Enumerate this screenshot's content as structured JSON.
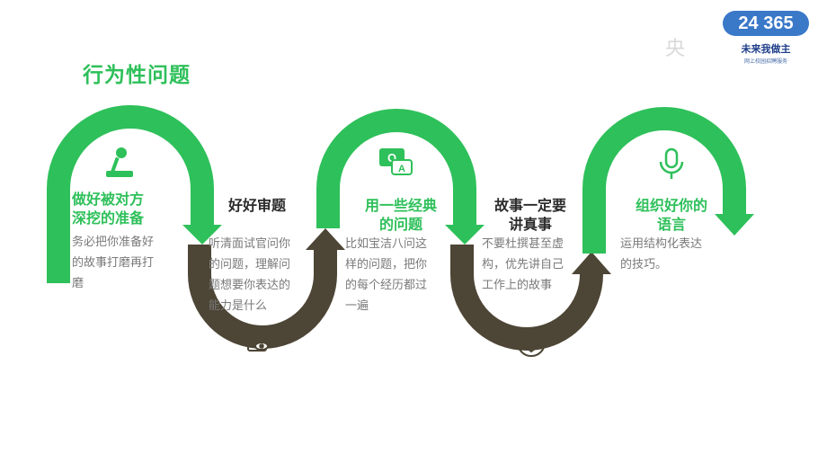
{
  "title": "行为性问题",
  "logo": {
    "number": "24 365",
    "subtitle": "未来我做主",
    "tagline": "网上校园招聘服务"
  },
  "watermark": "央",
  "colors": {
    "green": "#2ec05a",
    "dark_olive": "#4d4535",
    "title_green": "#2ec05a",
    "desc_gray": "#7a7a7a"
  },
  "steps": [
    {
      "title_line1": "做好被对方",
      "title_line2": "深挖的准备",
      "desc_lines": [
        "务必把你准备好",
        "的故事打磨再打",
        "磨"
      ],
      "icon": "joystick-icon",
      "color": "green"
    },
    {
      "title_line1": "好好审题",
      "title_line2": "",
      "desc_lines": [
        "听清面试官问你",
        "的问题，理解问",
        "题想要你表达的",
        "能力是什么"
      ],
      "icon": "document-eye-icon",
      "color": "dark"
    },
    {
      "title_line1": "用一些经典",
      "title_line2": "的问题",
      "desc_lines": [
        "比如宝洁八问这",
        "样的问题，把你",
        "的每个经历都过",
        "一遍"
      ],
      "icon": "qa-chat-icon",
      "color": "green"
    },
    {
      "title_line1": "故事一定要",
      "title_line2": "讲真事",
      "desc_lines": [
        "不要杜撰甚至虚",
        "构，优先讲自己",
        "工作上的故事"
      ],
      "icon": "shield-bolt-icon",
      "color": "dark"
    },
    {
      "title_line1": "组织好你的",
      "title_line2": "语言",
      "desc_lines": [
        "运用结构化表达",
        "的技巧。"
      ],
      "icon": "microphone-icon",
      "color": "green"
    }
  ]
}
